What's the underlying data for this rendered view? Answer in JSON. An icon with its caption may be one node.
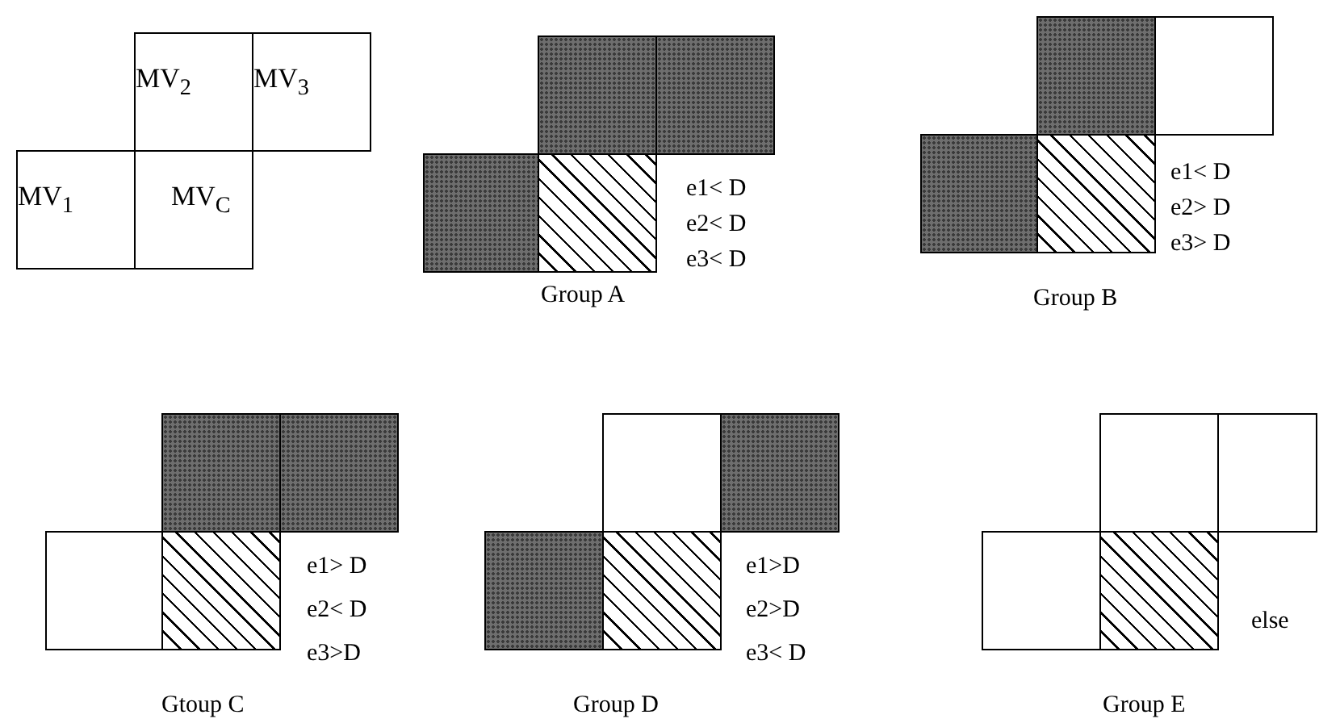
{
  "diagram": {
    "nodes": [
      {
        "text": [
          "MV$_{2}$"
        ]
      },
      {
        "text": [
          "MV$_{3}$"
        ]
      },
      {
        "text": [
          "MV$_{1}$"
        ]
      },
      {
        "text": [
          "MV$_{C}$"
        ]
      },
      {
        "text": [],
        "shape": "box"
      },
      {
        "text": [],
        "shape": "box"
      },
      {
        "text": [],
        "shape": "box"
      },
      {
        "text": [],
        "shape": "box"
      },
      {
        "text": [],
        "shape": "box"
      },
      {
        "text": [],
        "shape": "box"
      },
      {
        "text": [],
        "shape": "box"
      },
      {
        "text": [],
        "shape": "box"
      },
      {
        "text": [],
        "shape": "box"
      },
      {
        "text": [],
        "shape": "box"
      },
      {
        "text": [],
        "shape": "box"
      },
      {
        "text": [],
        "shape": "box"
      },
      {
        "text": [],
        "shape": "box"
      },
      {
        "text": [],
        "shape": "box"
      },
      {
        "text": [],
        "shape": "box"
      },
      {
        "text": [],
        "shape": "box"
      },
      {
        "text": [],
        "shape": "box"
      },
      {
        "text": [],
        "shape": "box"
      },
      {
        "text": [],
        "shape": "box"
      },
      {
        "text": [],
        "shape": "box"
      }
    ],
    "labels": [
      "e1< D",
      "e2< D",
      "e3< D",
      "Group A",
      "e1< D",
      "e2> D",
      "e3> D",
      "Group B",
      "e1> D",
      "e2< D",
      "e3>D",
      "Gtoup C",
      "e1>D",
      "e2>D",
      "e3< D",
      "Group D",
      "else",
      "Group E"
    ]
  }
}
